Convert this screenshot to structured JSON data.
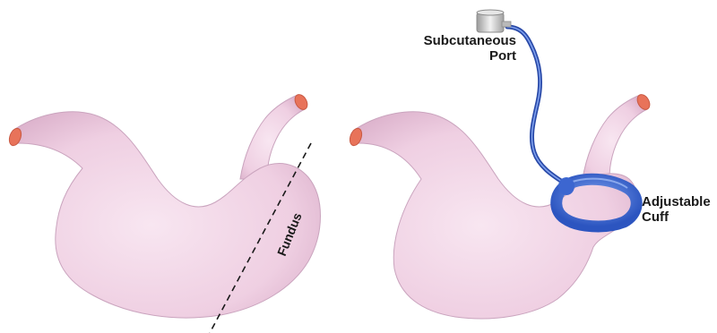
{
  "labels": {
    "fundus": "Fundus",
    "port_line1": "Subcutaneous",
    "port_line2": "Port",
    "cuff_line1": "Adjustable",
    "cuff_line2": "Cuff"
  },
  "colors": {
    "stomach_fill": "#f3d8ea",
    "stomach_edge": "#caa4be",
    "esophagus_lumen": "#e8735a",
    "tube": "#3a5fc8",
    "cuff": "#4a78d8",
    "port": "#c8c8c8",
    "cut_line": "#1a1a1a"
  },
  "icons": [
    "stomach-illustration",
    "stomach-illustration",
    "port-icon",
    "tube-icon",
    "cuff-icon"
  ]
}
